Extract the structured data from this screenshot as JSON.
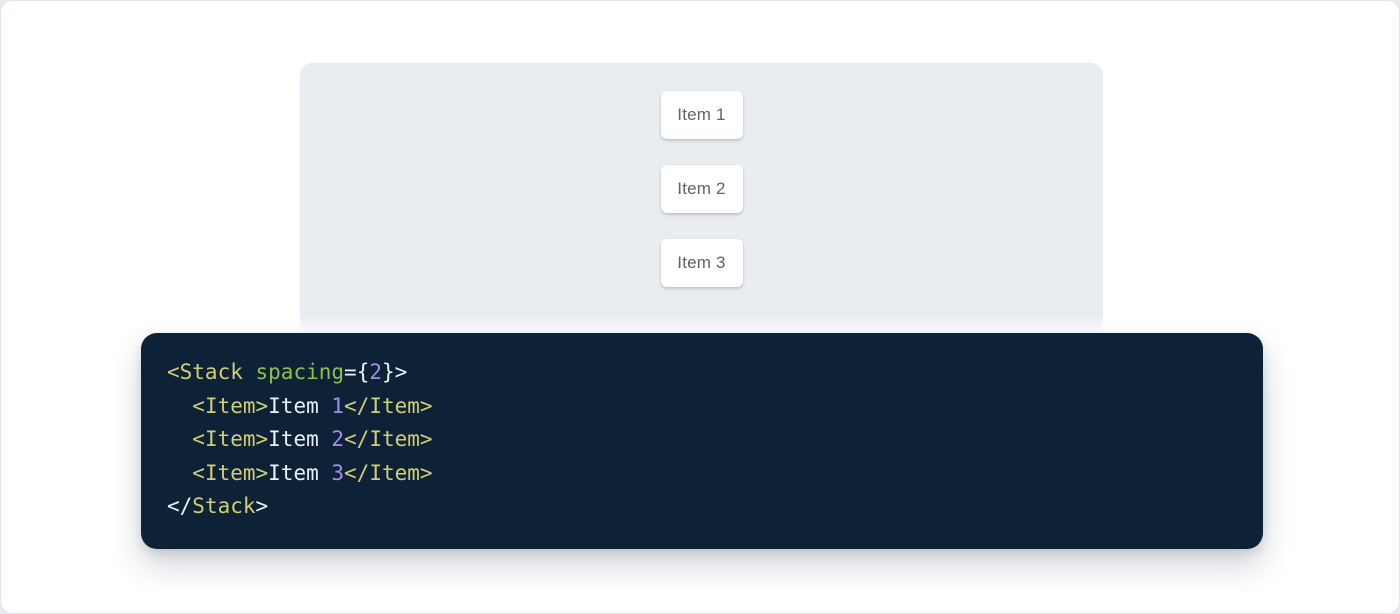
{
  "demo": {
    "items": [
      "Item 1",
      "Item 2",
      "Item 3"
    ]
  },
  "code": {
    "language": "jsx",
    "lines": [
      [
        {
          "t": "<Stack ",
          "c": "tag"
        },
        {
          "t": "spacing",
          "c": "attr"
        },
        {
          "t": "=",
          "c": "plain"
        },
        {
          "t": "{",
          "c": "plain"
        },
        {
          "t": "2",
          "c": "num"
        },
        {
          "t": "}",
          "c": "plain"
        },
        {
          "t": ">",
          "c": "plain"
        }
      ],
      [
        {
          "t": "  ",
          "c": "plain"
        },
        {
          "t": "<Item>",
          "c": "tag"
        },
        {
          "t": "Item ",
          "c": "plain"
        },
        {
          "t": "1",
          "c": "num"
        },
        {
          "t": "</Item>",
          "c": "tag"
        }
      ],
      [
        {
          "t": "  ",
          "c": "plain"
        },
        {
          "t": "<Item>",
          "c": "tag"
        },
        {
          "t": "Item ",
          "c": "plain"
        },
        {
          "t": "2",
          "c": "num"
        },
        {
          "t": "</Item>",
          "c": "tag"
        }
      ],
      [
        {
          "t": "  ",
          "c": "plain"
        },
        {
          "t": "<Item>",
          "c": "tag"
        },
        {
          "t": "Item ",
          "c": "plain"
        },
        {
          "t": "3",
          "c": "num"
        },
        {
          "t": "</Item>",
          "c": "tag"
        }
      ],
      [
        {
          "t": "</",
          "c": "plain"
        },
        {
          "t": "Stack",
          "c": "tag"
        },
        {
          "t": ">",
          "c": "plain"
        }
      ]
    ],
    "colors": {
      "background": "#0d2137",
      "tag": "#d2ce75",
      "attr": "#8ac34b",
      "num": "#9e8ff0",
      "plain": "#eef2f6"
    }
  },
  "colors": {
    "page_background": "#e9ebee",
    "card_background": "#ffffff",
    "card_border": "#e2e5e9",
    "panel_background": "#e9ecf1",
    "item_background": "#ffffff",
    "item_text": "#5f6368"
  }
}
